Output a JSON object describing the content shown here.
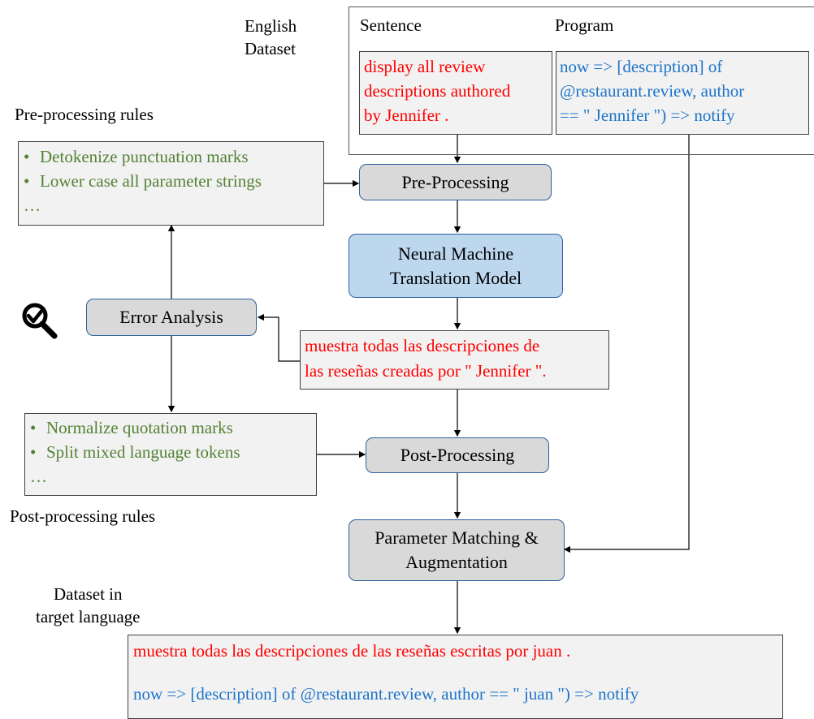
{
  "dataset": {
    "label_line1": "English",
    "label_line2": "Dataset",
    "sentence_header": "Sentence",
    "program_header": "Program",
    "sentence_lines": [
      "display all review",
      "descriptions authored",
      "by Jennifer ."
    ],
    "program_lines": [
      "now => [description] of",
      "@restaurant.review, author",
      "== \" Jennifer \") => notify"
    ]
  },
  "pre_rules": {
    "title": "Pre-processing rules",
    "items": [
      "Detokenize punctuation marks",
      "Lower case all parameter strings"
    ],
    "ellipsis": "…"
  },
  "post_rules": {
    "title": "Post-processing rules",
    "items": [
      "Normalize quotation marks",
      "Split mixed language tokens"
    ],
    "ellipsis": "…"
  },
  "steps": {
    "pre_processing": "Pre-Processing",
    "nmt_line1": "Neural Machine",
    "nmt_line2": "Translation Model",
    "error_analysis": "Error Analysis",
    "post_processing": "Post-Processing",
    "param_line1": "Parameter Matching &",
    "param_line2": "Augmentation"
  },
  "translation": {
    "line1": "muestra todas las descripciones de",
    "line2": "las reseñas creadas por \" Jennifer \"."
  },
  "target": {
    "label_line1": "Dataset in",
    "label_line2": "target language",
    "sentence": "muestra todas las descripciones de las reseñas escritas por juan .",
    "program": "now => [description] of @restaurant.review, author == \" juan \") => notify"
  },
  "colors": {
    "sentence_red": "#ff0000",
    "program_blue": "#1f74c9",
    "rule_green": "#548235",
    "nmt_fill": "#bdd7ee",
    "step_fill": "#d9d9d9",
    "panel_fill": "#f2f2f2"
  },
  "icons": [
    "magnifier-check-icon"
  ]
}
